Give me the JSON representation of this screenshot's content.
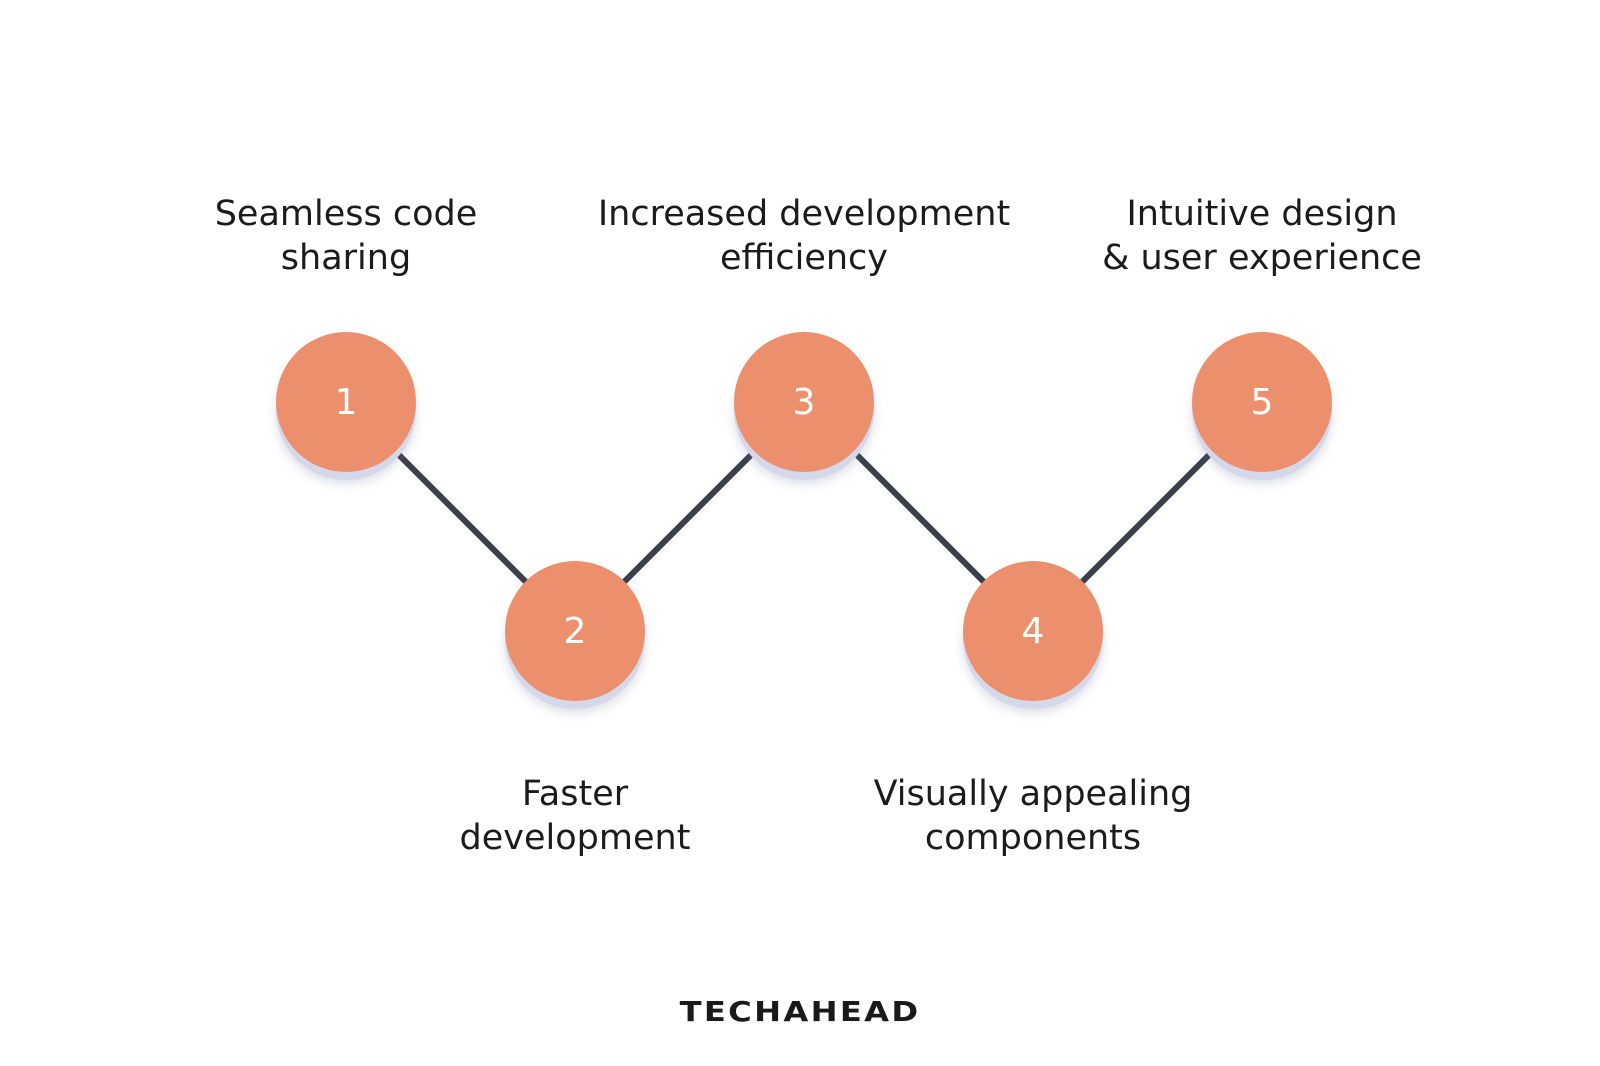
{
  "steps": [
    {
      "number": "1",
      "line1": "Seamless code",
      "line2": "sharing"
    },
    {
      "number": "2",
      "line1": "Faster",
      "line2": "development"
    },
    {
      "number": "3",
      "line1": "Increased development",
      "line2": "efficiency"
    },
    {
      "number": "4",
      "line1": "Visually appealing",
      "line2": "components"
    },
    {
      "number": "5",
      "line1": "Intuitive design",
      "line2": "& user experience"
    }
  ],
  "colors": {
    "node_fill": "#ec8f6d",
    "connector": "#3b3f4a",
    "node_shadow": "#d5d8e8",
    "text": "#1b1b1b"
  },
  "logo_text": "TECHAHEAD"
}
